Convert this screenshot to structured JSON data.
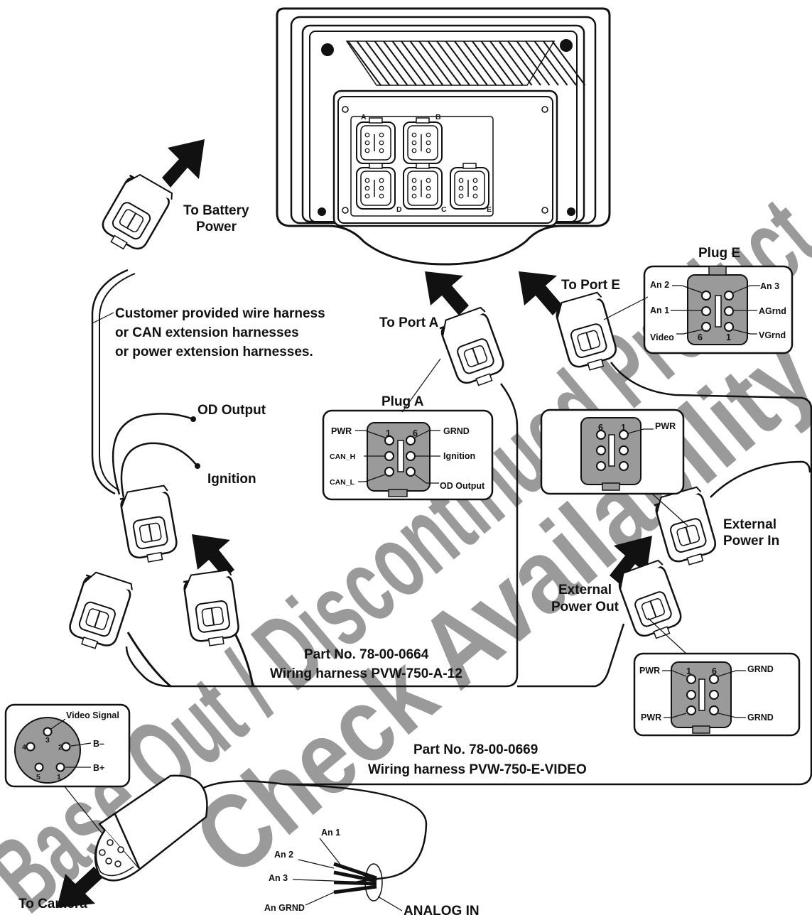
{
  "watermark": {
    "line1": "Base Out / Discontinued Product",
    "line2": "Check Availability"
  },
  "display_unit": {
    "port_labels": [
      "A",
      "B",
      "D",
      "C",
      "E"
    ]
  },
  "labels": {
    "to_battery_power": [
      "To Battery",
      "Power"
    ],
    "customer_harness": [
      "Customer provided wire harness",
      "or CAN extension harnesses",
      "or power extension harnesses."
    ],
    "od_output": "OD Output",
    "ignition": "Ignition",
    "to_port_a": "To Port A",
    "to_port_e": "To Port E",
    "external_power_in": [
      "External",
      "Power In"
    ],
    "external_power_out": [
      "External",
      "Power Out"
    ],
    "part_a": [
      "Part No. 78-00-0664",
      "Wiring harness PVW-750-A-12"
    ],
    "part_e": [
      "Part No. 78-00-0669",
      "Wiring harness PVW-750-E-VIDEO"
    ],
    "to_camera": "To Camera",
    "analog_in": "ANALOG IN",
    "analog_wires": [
      "An 1",
      "An 2",
      "An 3",
      "An GRND"
    ]
  },
  "plug_a": {
    "title": "Plug A",
    "pin_top": [
      "1",
      "6"
    ],
    "left": [
      "PWR",
      "CAN_H",
      "CAN_L"
    ],
    "right": [
      "GRND",
      "Ignition",
      "OD Output"
    ]
  },
  "plug_e": {
    "title": "Plug E",
    "pin_bottom": [
      "6",
      "1"
    ],
    "left": [
      "An 2",
      "An 1",
      "Video"
    ],
    "right": [
      "An 3",
      "AGrnd",
      "VGrnd"
    ]
  },
  "ext_in_plug": {
    "pin_top": [
      "6",
      "1"
    ],
    "right": "PWR"
  },
  "ext_out_plug": {
    "pin_top": [
      "1",
      "6"
    ],
    "left": [
      "PWR",
      "PWR"
    ],
    "right": [
      "GRND",
      "GRND"
    ]
  },
  "camera_plug": {
    "title": "Video Signal",
    "pins": [
      "3",
      "4",
      "2",
      "5",
      "1"
    ],
    "right": [
      "B–",
      "B+"
    ]
  }
}
